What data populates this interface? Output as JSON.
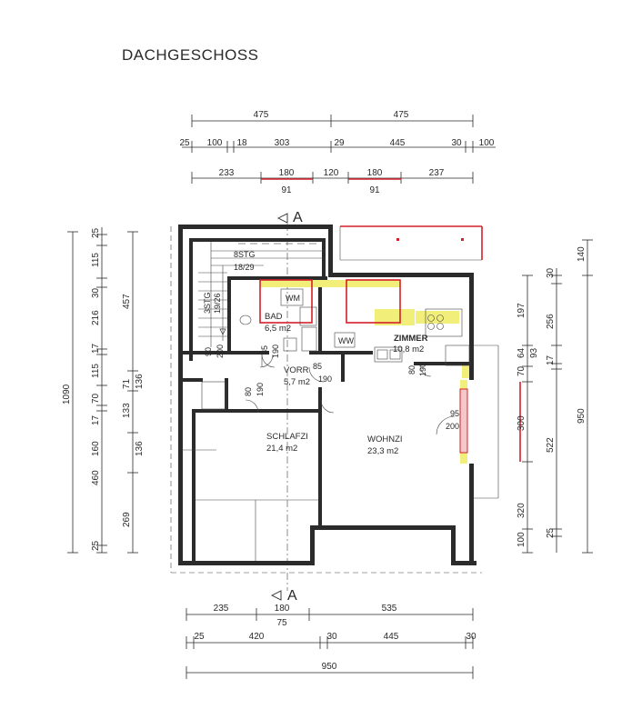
{
  "title": "DACHGESCHOSS",
  "section_marks": {
    "top": "A",
    "bottom": "A"
  },
  "dims_top": {
    "row1": [
      "475",
      "475"
    ],
    "row2": [
      "25",
      "100",
      "18",
      "303",
      "29",
      "445",
      "30",
      "100"
    ],
    "row3": [
      "233",
      "180",
      "120",
      "180",
      "237"
    ],
    "row3_sub": [
      "91",
      "91"
    ]
  },
  "dims_bottom": {
    "row1": [
      "235",
      "180",
      "535"
    ],
    "row1_sub": "75",
    "row2": [
      "25",
      "420",
      "30",
      "445",
      "30"
    ],
    "row3": "950"
  },
  "dims_left": {
    "outer": "1090",
    "middle": [
      "457",
      "71",
      "136",
      "133",
      "136",
      "269"
    ],
    "inner": [
      "25",
      "115",
      "30",
      "216",
      "17",
      "115",
      "70",
      "17",
      "160",
      "460",
      "25"
    ]
  },
  "dims_right": {
    "outer": "950",
    "middle": [
      "140",
      "256",
      "93",
      "522",
      "25"
    ],
    "inner": [
      "30",
      "197",
      "64",
      "17",
      "70",
      "300",
      "320",
      "100"
    ]
  },
  "rooms": {
    "stairs": {
      "name": "8STG",
      "size": "18/29"
    },
    "stairs2": {
      "name": "3STG",
      "size": "19/26"
    },
    "bath": {
      "name": "BAD",
      "area": "6,5 m2"
    },
    "wm": "WM",
    "ww": "WW",
    "room": {
      "name": "ZIMMER",
      "area": "10,8 m2"
    },
    "hall": {
      "name": "VORR",
      "area": "5,7 m2"
    },
    "bedroom": {
      "name": "SCHLAFZI",
      "area": "21,4 m2"
    },
    "living": {
      "name": "WOHNZI",
      "area": "23,3 m2"
    }
  },
  "door_labels": [
    "90",
    "200",
    "85",
    "190",
    "85",
    "190",
    "80",
    "190",
    "80",
    "190",
    "95",
    "200"
  ]
}
